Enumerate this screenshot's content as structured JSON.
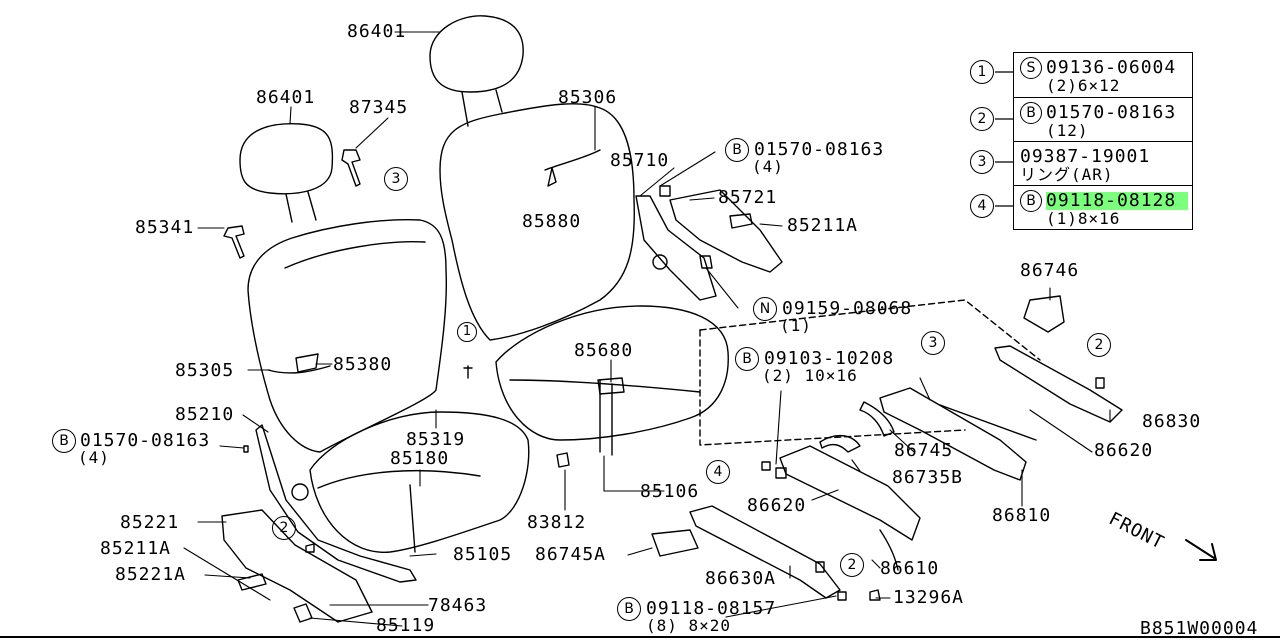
{
  "diagram_id": "B851W00004",
  "legend": [
    {
      "num": "1",
      "prefix": "S",
      "part": "09136-06004",
      "spec": "(2)6×12"
    },
    {
      "num": "2",
      "prefix": "B",
      "part": "01570-08163",
      "spec": "(12)"
    },
    {
      "num": "3",
      "prefix": "",
      "part": "09387-19001",
      "spec": "リング(AR)"
    },
    {
      "num": "4",
      "prefix": "B",
      "part": "09118-08128",
      "spec": "(1)8×16",
      "highlighted": true
    }
  ],
  "labels": {
    "p86401_a": "86401",
    "p86401_b": "86401",
    "p87345": "87345",
    "p85306": "85306",
    "p85710": "85710",
    "p85721": "85721",
    "p85211a_top": "85211A",
    "p85880": "85880",
    "p85341": "85341",
    "p85305": "85305",
    "p85380": "85380",
    "p85210": "85210",
    "p85319": "85319",
    "p85180": "85180",
    "p85680": "85680",
    "p86746": "86746",
    "p86830": "86830",
    "p86620_r": "86620",
    "p86745": "86745",
    "p86735b": "86735B",
    "p86810": "86810",
    "p86620_c": "86620",
    "p85106": "85106",
    "p83812": "83812",
    "p85105": "85105",
    "p85221": "85221",
    "p85211a_bot": "85211A",
    "p85221a": "85221A",
    "p78463": "78463",
    "p85119": "85119",
    "p86745a": "86745A",
    "p86630a": "86630A",
    "p86610": "86610",
    "p13296a": "13296A",
    "front": "FRONT"
  },
  "callouts": {
    "c1": {
      "prefix": "B",
      "part": "01570-08163",
      "spec": "(4)"
    },
    "c2": {
      "prefix": "N",
      "part": "09159-08068",
      "spec": "(1)"
    },
    "c3": {
      "prefix": "B",
      "part": "09103-10208",
      "spec": "(2) 10×16"
    },
    "c4": {
      "prefix": "B",
      "part": "01570-08163",
      "spec": "(4)"
    },
    "c5": {
      "prefix": "B",
      "part": "09118-08157",
      "spec": "(8) 8×20"
    }
  },
  "markers": {
    "m3_top": "3",
    "m1_mid": "1",
    "m3_right": "3",
    "m2_right": "2",
    "m4_mid": "4",
    "m2_left": "2",
    "m2_bot": "2"
  },
  "colors": {
    "highlight": "#7cff7c",
    "ink": "#000000",
    "background": "#ffffff"
  }
}
